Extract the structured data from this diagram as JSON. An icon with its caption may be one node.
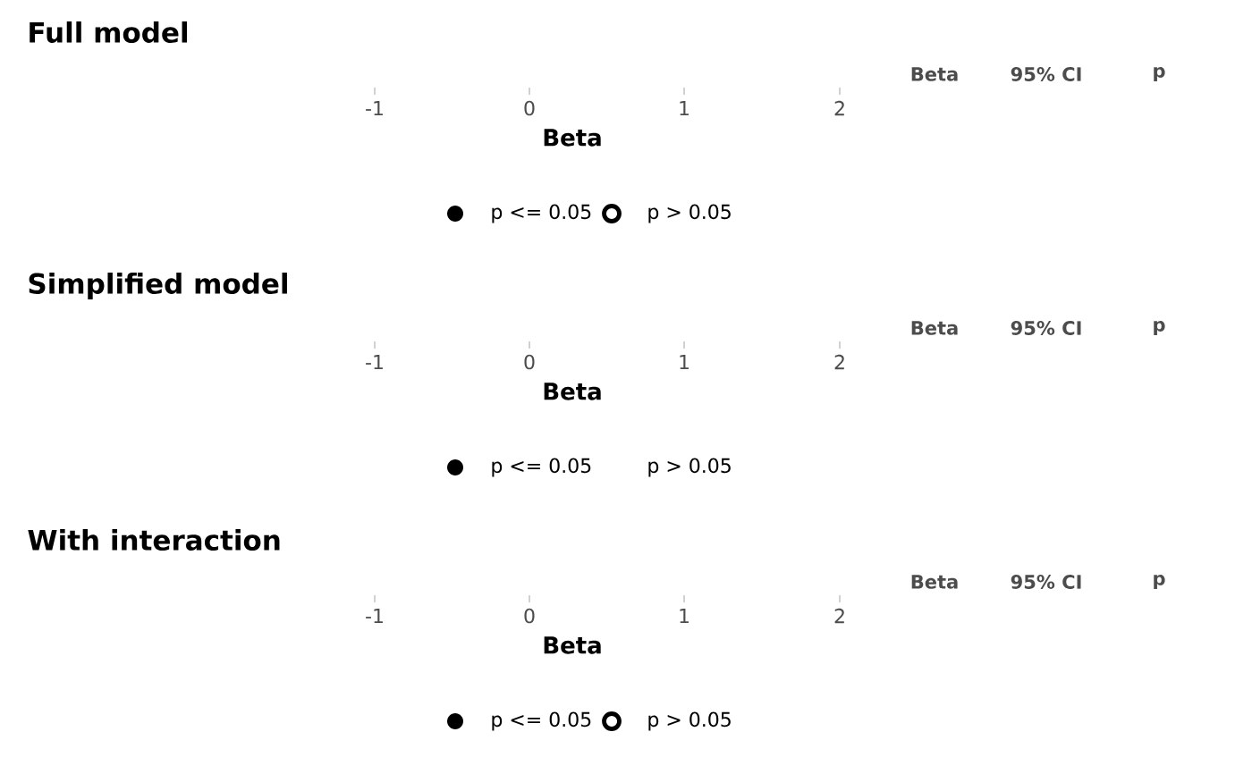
{
  "diagram": {
    "labels": [
      "Full model",
      "Beta",
      "95% CI",
      "p",
      "-1",
      "0",
      "1",
      "2",
      "Beta",
      "Simplified model",
      "Beta",
      "95% CI",
      "p",
      "-1",
      "0",
      "1",
      "2",
      "Beta",
      "With interaction",
      "Beta",
      "95% CI",
      "p",
      "-1",
      "0",
      "1",
      "2",
      "Beta"
    ],
    "legend": [
      {
        "text": "p <= 0.05"
      },
      {
        "text": "p > 0.05"
      },
      {
        "text": "p <= 0.05"
      },
      {
        "text": "p > 0.05"
      },
      {
        "text": "p <= 0.05"
      },
      {
        "text": "p > 0.05"
      }
    ]
  }
}
